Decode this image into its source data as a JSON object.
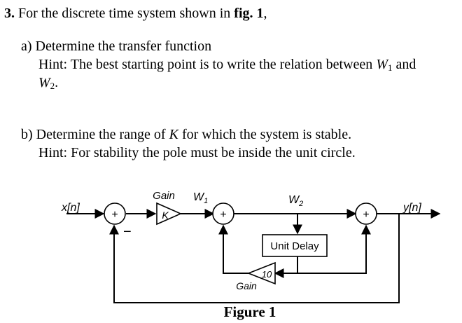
{
  "problem": {
    "number": "3.",
    "intro": "For the discrete time system shown in",
    "figref": "fig. 1",
    "intro_end": ","
  },
  "part_a": {
    "label": "a)",
    "text": "Determine the transfer function",
    "hint_prefix": "Hint: The best starting point is to write the relation between",
    "hint_var1": "W",
    "hint_sub1": "1",
    "hint_and": "and",
    "hint_var2": "W",
    "hint_sub2": "2",
    "hint_end": "."
  },
  "part_b": {
    "label": "b)",
    "text_prefix": "Determine the range of",
    "text_var": "K",
    "text_suffix": "for which the system is stable.",
    "hint": "Hint: For stability the pole must be inside the unit circle."
  },
  "figure": {
    "input_label": "x[n]",
    "output_label": "y[n]",
    "gain_top_label": "Gain",
    "gain_top_value": "K",
    "w1_var": "W",
    "w1_sub": "1",
    "w2_var": "W",
    "w2_sub": "2",
    "sum_symbol": "+",
    "minus_symbol": "−",
    "delay_label": "Unit Delay",
    "gain_bottom_label": "Gain",
    "gain_bottom_value": "10",
    "caption": "Figure 1"
  }
}
